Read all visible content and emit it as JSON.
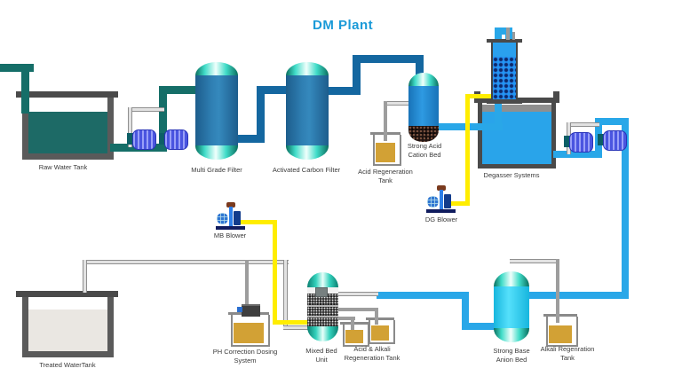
{
  "title": "DM Plant",
  "colors": {
    "title_blue": "#1a9ad8",
    "raw_water_teal_pipe": "#156e68",
    "dark_blue_pipe": "#1467a0",
    "light_blue_pipe": "#29a7e8",
    "yellow_air_pipe": "#ffed00",
    "gray_pipe": "#8f8f8f",
    "raw_tank_water": "#1d6a66",
    "treated_tank_water": "#eae7e2",
    "degasser_water": "#29a4ea",
    "anion_bed_cyan": "#3dd3f6",
    "amber_liquid": "#d2a135",
    "pump_blue": "#4a55e0",
    "tank_frame_gray": "#4a4a4a"
  },
  "labels": {
    "raw_water_tank": "Raw Water Tank",
    "multi_grade_filter": "Multi Grade Filter",
    "activated_carbon_filter": "Activated Carbon Filter",
    "acid_regeneration_tank": [
      "Acid Regeneration",
      "Tank"
    ],
    "strong_acid_cation_bed": [
      "Strong Acid",
      "Cation Bed"
    ],
    "degasser_systems": "Degasser Systems",
    "dg_blower": "DG Blower",
    "mb_blower": "MB Blower",
    "treated_water_tank": "Treated WaterTank",
    "ph_correction_dosing_system": [
      "PH Correction Dosing",
      "System"
    ],
    "mixed_bed_unit": [
      "Mixed Bed",
      "Unit"
    ],
    "acid_alkali_regeneration_tank": [
      "Acid & Alkali",
      "Regeneration Tank"
    ],
    "strong_base_anion_bed": [
      "Strong Base",
      "Anion Bed"
    ],
    "alkali_regenration_tank": [
      "Alkali Regenration",
      "Tank"
    ]
  }
}
